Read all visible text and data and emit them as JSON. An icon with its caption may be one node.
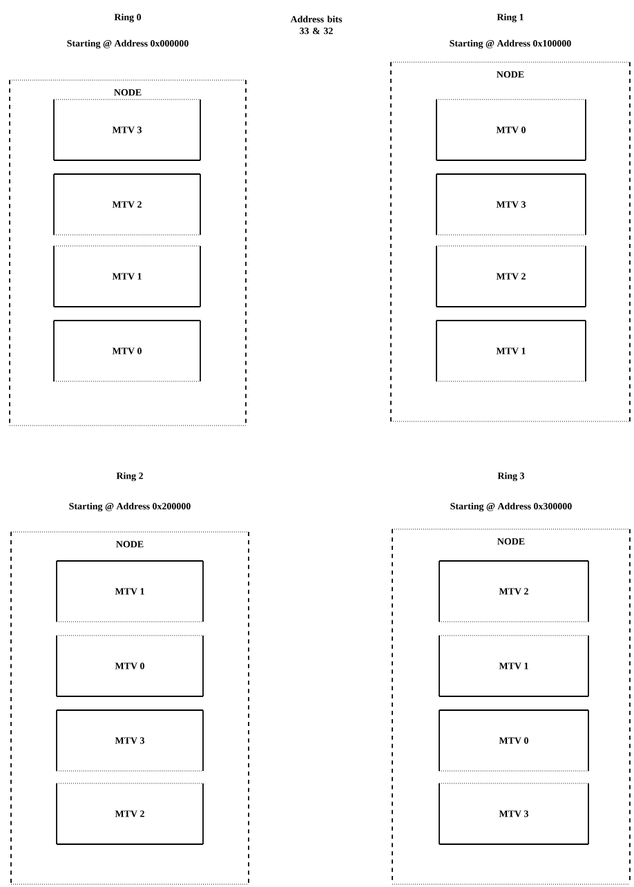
{
  "diagram": {
    "title": "Address bits 33 & 32",
    "nodes": [
      {
        "text": [
          "Ring 0",
          "Starting @ Address 0x000000",
          "NODE"
        ]
      },
      {
        "text": [
          "MTV 3"
        ],
        "in": 0
      },
      {
        "text": [
          "MTV 2"
        ],
        "in": 0
      },
      {
        "text": [
          "MTV 1"
        ],
        "in": 0
      },
      {
        "text": [
          "MTV 0"
        ],
        "in": 0
      },
      {
        "text": [
          "Ring 1",
          "Starting @ Address 0x100000",
          "NODE"
        ]
      },
      {
        "text": [
          "MTV 0"
        ],
        "in": 5
      },
      {
        "text": [
          "MTV 3"
        ],
        "in": 5
      },
      {
        "text": [
          "MTV 2"
        ],
        "in": 5
      },
      {
        "text": [
          "MTV 1"
        ],
        "in": 5
      },
      {
        "text": [
          "Ring 2",
          "Starting @ Address 0x200000",
          "NODE"
        ]
      },
      {
        "text": [
          "MTV 1"
        ],
        "in": 10
      },
      {
        "text": [
          "MTV 0"
        ],
        "in": 10
      },
      {
        "text": [
          "MTV 3"
        ],
        "in": 10
      },
      {
        "text": [
          "MTV 2"
        ],
        "in": 10
      },
      {
        "text": [
          "Ring 3",
          "Starting @ Address 0x300000",
          "NODE"
        ]
      },
      {
        "text": [
          "MTV 2"
        ],
        "in": 15
      },
      {
        "text": [
          "MTV 1"
        ],
        "in": 15
      },
      {
        "text": [
          "MTV 0"
        ],
        "in": 15
      },
      {
        "text": [
          "MTV 3"
        ],
        "in": 15
      }
    ]
  }
}
